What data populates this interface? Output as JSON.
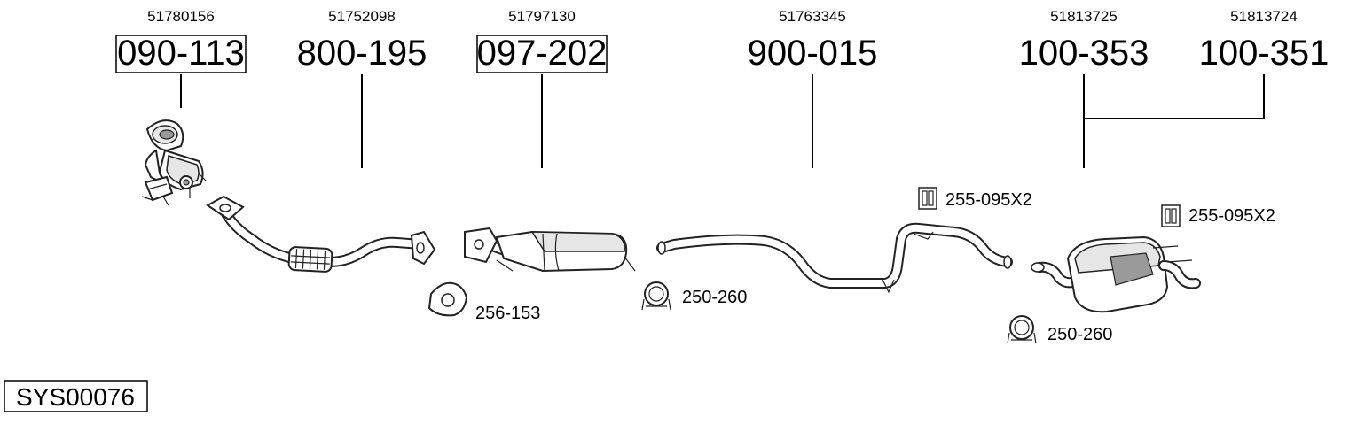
{
  "parts": [
    {
      "oem": "51780156",
      "number": "090-113",
      "boxed": true
    },
    {
      "oem": "51752098",
      "number": "800-195",
      "boxed": false
    },
    {
      "oem": "51797130",
      "number": "097-202",
      "boxed": true
    },
    {
      "oem": "51763345",
      "number": "900-015",
      "boxed": false
    },
    {
      "oem": "51813725",
      "number": "100-353",
      "boxed": false
    },
    {
      "oem": "51813724",
      "number": "100-351",
      "boxed": false
    }
  ],
  "accessories": [
    {
      "label": "256-153",
      "icon": "gasket-icon"
    },
    {
      "label": "250-260",
      "icon": "clamp-icon"
    },
    {
      "label": "255-095X2",
      "icon": "rubber-hanger-icon"
    },
    {
      "label": "255-095X2",
      "icon": "rubber-hanger-icon"
    },
    {
      "label": "250-260",
      "icon": "clamp-icon"
    }
  ],
  "system_code": "SYS00076"
}
